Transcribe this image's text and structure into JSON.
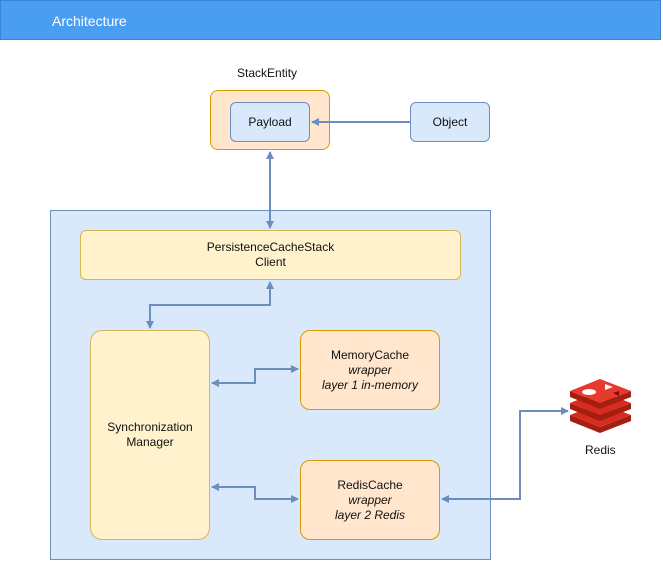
{
  "header": {
    "title": "Architecture"
  },
  "nodes": {
    "stack_entity": "StackEntity",
    "payload": "Payload",
    "object": "Object",
    "client_line1": "PersistenceCacheStack",
    "client_line2": "Client",
    "sync_line1": "Synchronization",
    "sync_line2": "Manager",
    "memory_title": "MemoryCache",
    "memory_sub1": "wrapper",
    "memory_sub2": "layer 1 in-memory",
    "redis_cache_title": "RedisCache",
    "redis_cache_sub1": "wrapper",
    "redis_cache_sub2": "layer 2 Redis",
    "redis": "Redis"
  },
  "colors": {
    "header": "#4a9ef2",
    "edge": "#6c8ebf",
    "blue_fill": "#dae8fc",
    "orange_fill": "#ffe6cc",
    "yellow_fill": "#fff2cc",
    "redis_red": "#c6302b"
  },
  "icons": {
    "redis": "redis-logo-icon"
  }
}
